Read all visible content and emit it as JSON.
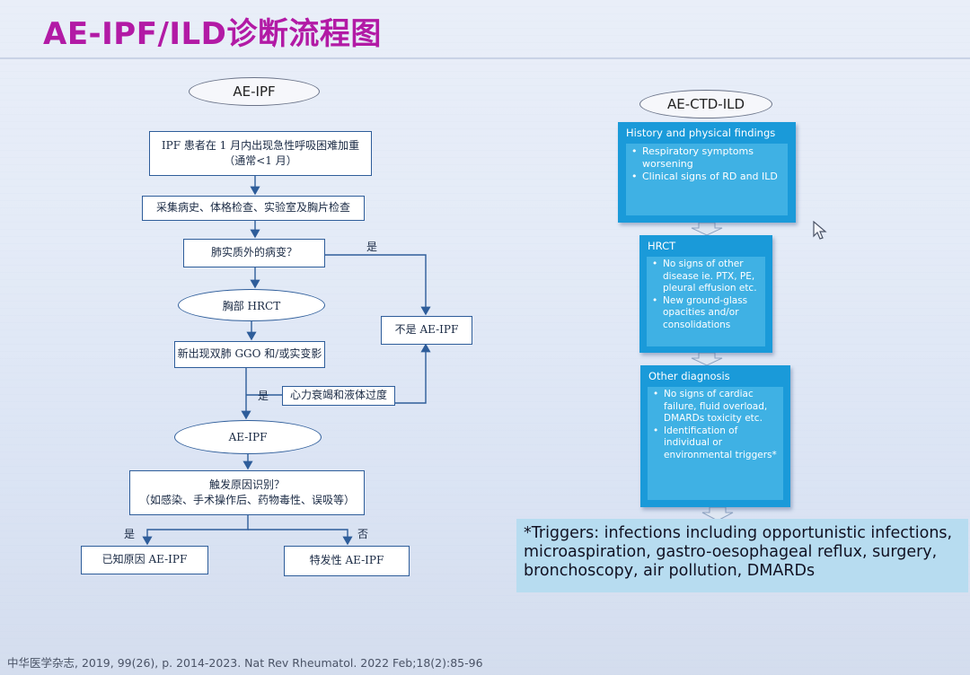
{
  "title": "AE-IPF/ILD诊断流程图",
  "left": {
    "label": "AE-IPF",
    "box1_line1": "IPF 患者在 1 月内出现急性呼吸困难加重",
    "box1_line2": "（通常<1 月）",
    "box2": "采集病史、体格检查、实验室及胸片检查",
    "box3": "肺实质外的病变？",
    "yes1": "是",
    "ellipse_hrct": "胸部 HRCT",
    "box_not": "不是 AE-IPF",
    "box_ggo": "新出现双肺 GGO 和/或实变影",
    "yes2": "是",
    "box_heart": "心力衰竭和液体过度",
    "ellipse_aeipf": "AE-IPF",
    "box_trigger_line1": "触发原因识别？",
    "box_trigger_line2": "（如感染、手术操作后、药物毒性、误吸等）",
    "yes3": "是",
    "no3": "否",
    "box_known": "已知原因 AE-IPF",
    "box_idiopathic": "特发性 AE-IPF"
  },
  "right": {
    "label": "AE-CTD-ILD",
    "box1": {
      "head": "History and physical findings",
      "items": [
        "Respiratory symptoms worsening",
        "Clinical signs of RD and ILD"
      ]
    },
    "box2": {
      "head": "HRCT",
      "items": [
        "No signs of other disease ie. PTX, PE, pleural effusion etc.",
        "New ground-glass opacities and/or consolidations"
      ]
    },
    "box3": {
      "head": "Other diagnosis",
      "items": [
        "No signs of cardiac failure, fluid overload, DMARDs toxicity etc.",
        "Identification of individual or environmental triggers*"
      ]
    },
    "triggers": "*Triggers: infections including opportunistic infections, microaspiration, gastro-oesophageal reflux, surgery, bronchoscopy, air pollution, DMARDs"
  },
  "footer": "中华医学杂志, 2019, 99(26), p. 2014-2023.  Nat Rev Rheumatol. 2022 Feb;18(2):85-96",
  "colors": {
    "title": "#b21aa5",
    "flow_border": "#2e5d9a",
    "right_box": "#1a9ad9",
    "right_inner": "#3fb1e4",
    "triggers_bg": "#b7dcf0"
  }
}
